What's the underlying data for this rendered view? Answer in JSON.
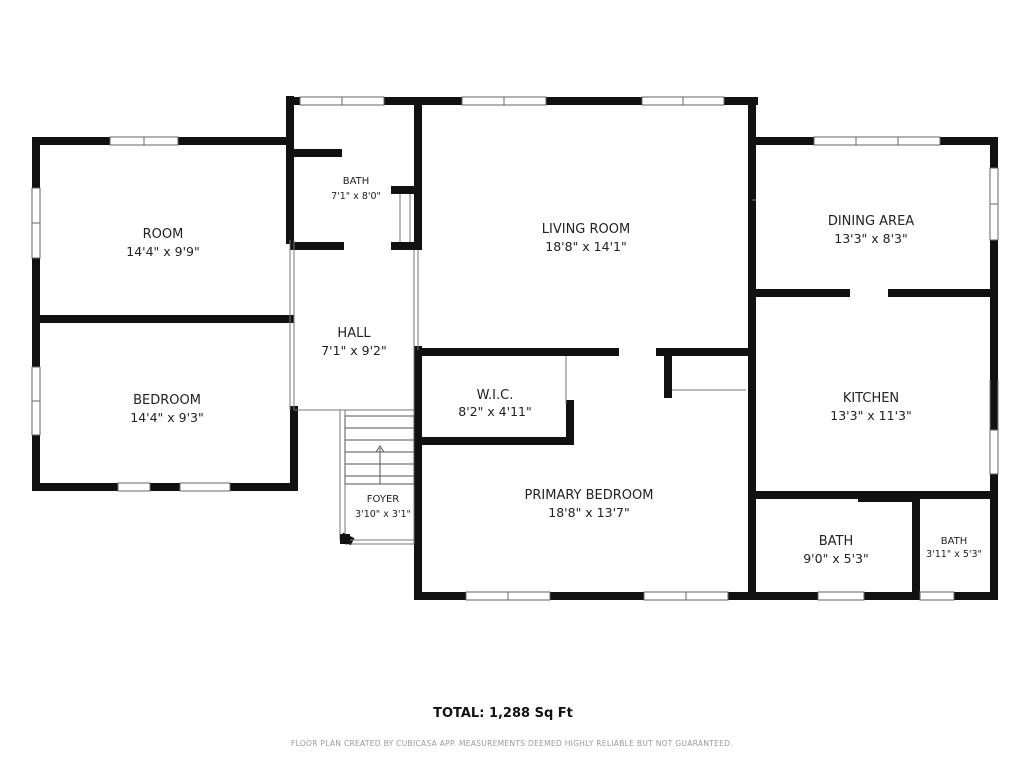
{
  "rooms": [
    {
      "id": "room",
      "name": "ROOM",
      "dims": "14'4\" x 9'9\""
    },
    {
      "id": "bedroom",
      "name": "BEDROOM",
      "dims": "14'4\" x 9'3\""
    },
    {
      "id": "bath-upper",
      "name": "BATH",
      "dims": "7'1\" x 8'0\""
    },
    {
      "id": "hall",
      "name": "HALL",
      "dims": "7'1\" x 9'2\""
    },
    {
      "id": "foyer",
      "name": "FOYER",
      "dims": "3'10\" x 3'1\""
    },
    {
      "id": "living-room",
      "name": "LIVING ROOM",
      "dims": "18'8\" x 14'1\""
    },
    {
      "id": "wic",
      "name": "W.I.C.",
      "dims": "8'2\" x 4'11\""
    },
    {
      "id": "primary-bedroom",
      "name": "PRIMARY BEDROOM",
      "dims": "18'8\" x 13'7\""
    },
    {
      "id": "dining-area",
      "name": "DINING AREA",
      "dims": "13'3\" x 8'3\""
    },
    {
      "id": "kitchen",
      "name": "KITCHEN",
      "dims": "13'3\" x 11'3\""
    },
    {
      "id": "bath-main",
      "name": "BATH",
      "dims": "9'0\" x 5'3\""
    },
    {
      "id": "bath-small",
      "name": "BATH",
      "dims": "3'11\" x 5'3\""
    }
  ],
  "total": "TOTAL: 1,288 Sq Ft",
  "disclaimer": "FLOOR PLAN CREATED BY CUBICASA APP. MEASUREMENTS DEEMED HIGHLY RELIABLE BUT NOT GUARANTEED."
}
